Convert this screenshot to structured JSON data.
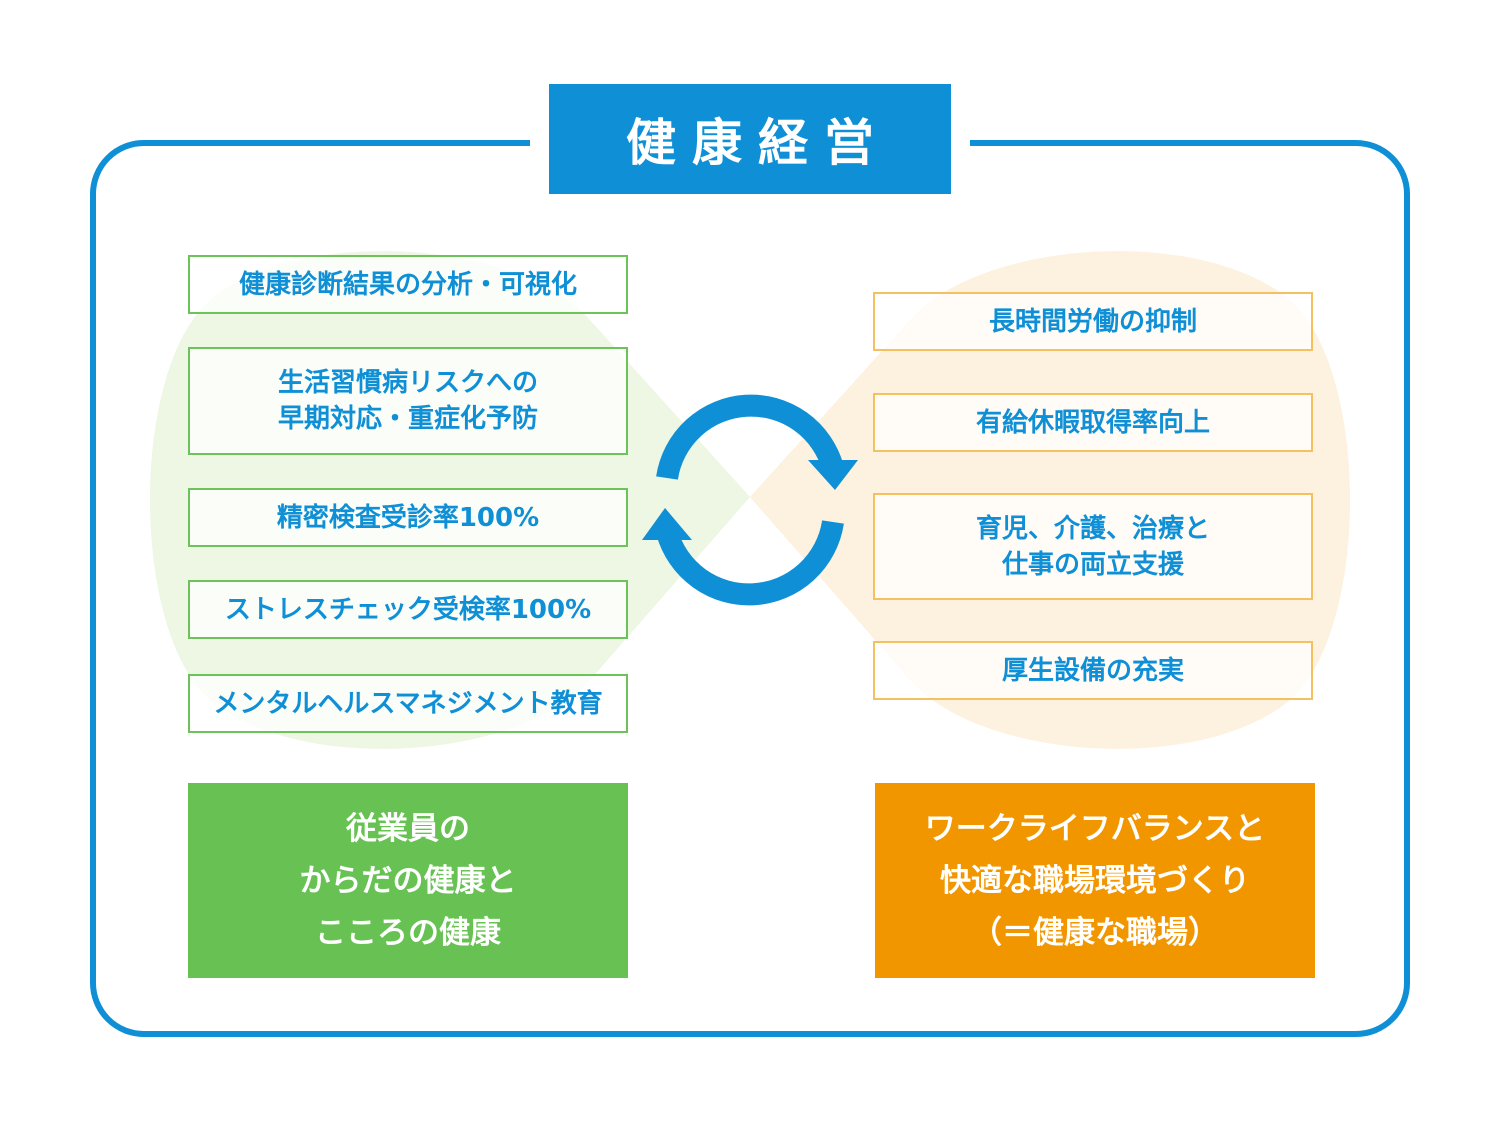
{
  "title": "健康経営",
  "colors": {
    "blue": "#0f8fd6",
    "green": "#67c153",
    "green_light": "#eef6e4",
    "orange": "#f29600",
    "orange_light": "#fdf1df"
  },
  "left": {
    "items": [
      "健康診断結果の分析・可視化",
      "生活習慣病リスクへの\n早期対応・重症化予防",
      "精密検査受診率100%",
      "ストレスチェック受検率100%",
      "メンタルヘルスマネジメント教育"
    ],
    "summary": "従業員の\nからだの健康と\nこころの健康"
  },
  "right": {
    "items": [
      "長時間労働の抑制",
      "有給休暇取得率向上",
      "育児、介護、治療と\n仕事の両立支援",
      "厚生設備の充実"
    ],
    "summary": "ワークライフバランスと\n快適な職場環境づくり\n（＝健康な職場）"
  },
  "cycle_icon": "circular-arrows-icon"
}
